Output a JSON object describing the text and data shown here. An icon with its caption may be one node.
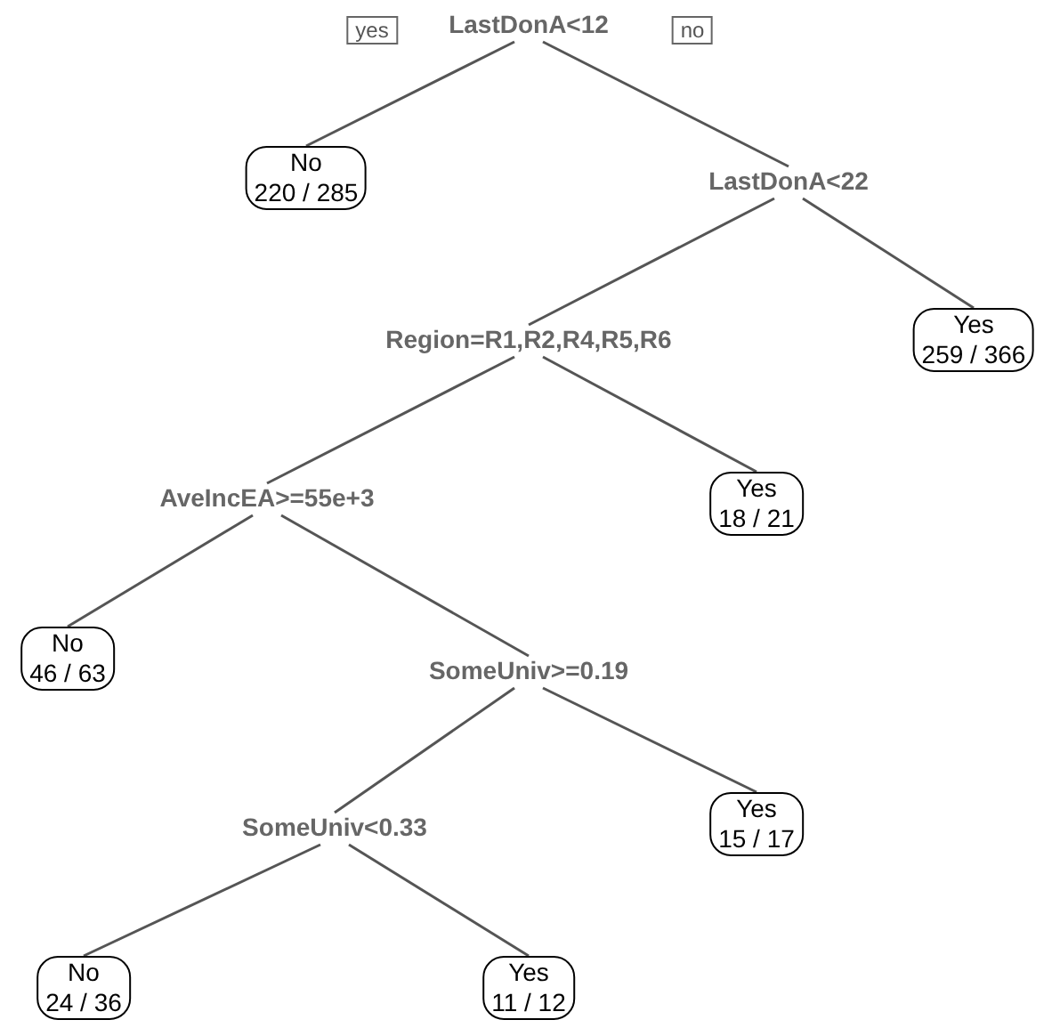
{
  "diagram": {
    "nodes": [
      {
        "text": [
          "LastDonA<12"
        ]
      },
      {
        "text": [
          "No",
          "220 / 285"
        ]
      },
      {
        "text": [
          "LastDonA<22"
        ]
      },
      {
        "text": [
          "Region=R1,R2,R4,R5,R6"
        ]
      },
      {
        "text": [
          "Yes",
          "259 / 366"
        ]
      },
      {
        "text": [
          "AveIncEA>=55e+3"
        ]
      },
      {
        "text": [
          "Yes",
          "18 / 21"
        ]
      },
      {
        "text": [
          "No",
          "46 / 63"
        ]
      },
      {
        "text": [
          "SomeUniv>=0.19"
        ]
      },
      {
        "text": [
          "Yes",
          "15 / 17"
        ]
      },
      {
        "text": [
          "SomeUniv<0.33"
        ]
      },
      {
        "text": [
          "No",
          "24 / 36"
        ]
      },
      {
        "text": [
          "Yes",
          "11 / 12"
        ]
      }
    ],
    "edges": [
      {
        "from": 0,
        "to": 1,
        "arrow": "none"
      },
      {
        "from": 0,
        "to": 2,
        "arrow": "none"
      },
      {
        "from": 2,
        "to": 3,
        "arrow": "none"
      },
      {
        "from": 2,
        "to": 4,
        "arrow": "none"
      },
      {
        "from": 3,
        "to": 5,
        "arrow": "none"
      },
      {
        "from": 3,
        "to": 6,
        "arrow": "none"
      },
      {
        "from": 5,
        "to": 7,
        "arrow": "none"
      },
      {
        "from": 5,
        "to": 8,
        "arrow": "none"
      },
      {
        "from": 8,
        "to": 10,
        "arrow": "none"
      },
      {
        "from": 8,
        "to": 9,
        "arrow": "none"
      },
      {
        "from": 10,
        "to": 11,
        "arrow": "none"
      },
      {
        "from": 10,
        "to": 12,
        "arrow": "none"
      }
    ],
    "labels": [
      "yes",
      "no"
    ]
  }
}
